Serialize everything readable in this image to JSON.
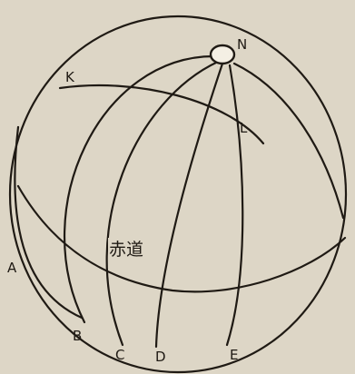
{
  "diagram": {
    "pole_label": "N",
    "equator_label": "赤道",
    "parallel_labels": {
      "left": "K",
      "right": "L"
    },
    "meridian_labels": [
      "A",
      "B",
      "C",
      "D",
      "E"
    ]
  },
  "colors": {
    "paper": "#ddd6c6",
    "ink": "#1f1a14"
  }
}
